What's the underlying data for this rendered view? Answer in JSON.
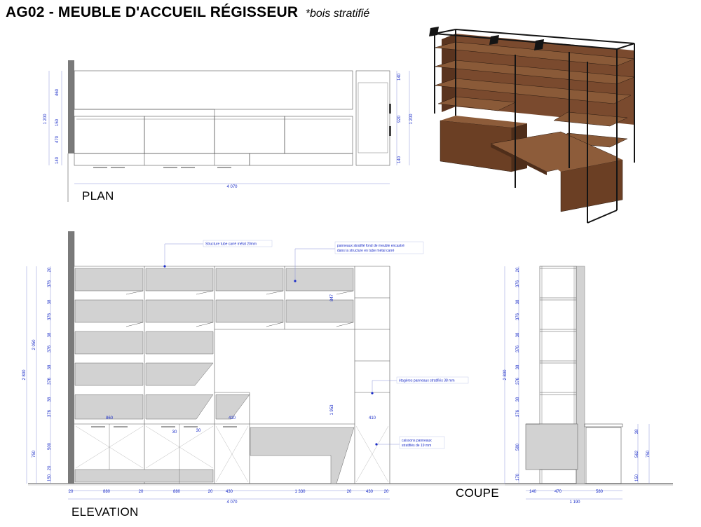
{
  "title": {
    "main": "AG02 - MEUBLE D'ACCUEIL RÉGISSEUR",
    "sub": "*bois stratifié"
  },
  "labels": {
    "plan": "PLAN",
    "elevation": "ELEVATION",
    "coupe": "COUPE"
  },
  "colors": {
    "line": "#555555",
    "panel_fill": "#d2d2d2",
    "dim": "#1a2cc8",
    "wood": "#6b4028",
    "steel": "#1a1a1a"
  },
  "plan_dims": {
    "left": [
      "460",
      "150",
      "470",
      "140"
    ],
    "left_total": "1 200",
    "right": [
      "140",
      "920",
      "140"
    ],
    "right_total": "1 200",
    "bottom_total": "4 070"
  },
  "elevation_dims": {
    "left_stack": [
      "20",
      "376",
      "38",
      "376",
      "38",
      "376",
      "38",
      "376",
      "38",
      "376",
      "500",
      "20",
      "150"
    ],
    "left_top": "2 050",
    "left_total": "2 800",
    "left_bottom": "750",
    "bottom": [
      "20",
      "880",
      "20",
      "880",
      "20",
      "430",
      "1 330",
      "20",
      "430",
      "20"
    ],
    "bottom_total": "4 070",
    "inner": [
      "860",
      "30",
      "30",
      "410",
      "410"
    ],
    "vertical_inner": [
      "847",
      "1 953"
    ]
  },
  "coupe_dims": {
    "left_stack": [
      "20",
      "376",
      "38",
      "376",
      "38",
      "376",
      "38",
      "376",
      "38",
      "376",
      "580",
      "170"
    ],
    "left_total": "2 800",
    "right_stack": [
      "38",
      "562",
      "150"
    ],
    "right_total": "750",
    "bottom": [
      "140",
      "470",
      "580"
    ],
    "bottom_total": "1 190"
  },
  "notes": {
    "structure": "Structure tube carré métal 20mm",
    "panels_back": [
      "panneaux stratifié fond de meuble encastré",
      "dans la structure en tube métal carré"
    ],
    "shelves": "étagères panneaux stratifiés 38 mm",
    "boxes": [
      "caissons panneaux",
      "stratifiés de 19 mm"
    ]
  }
}
